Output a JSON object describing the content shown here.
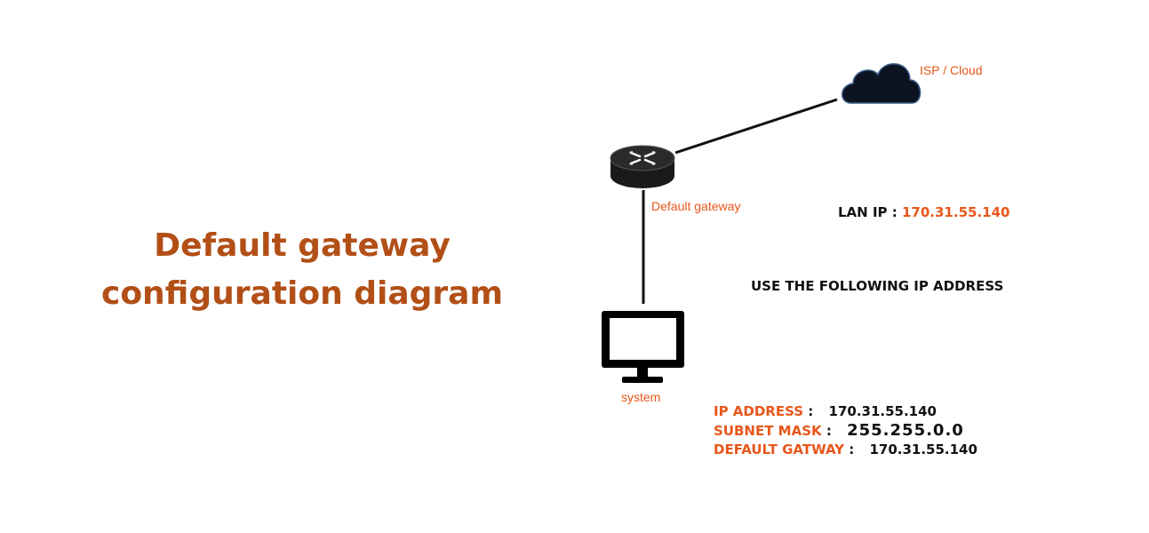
{
  "title": {
    "line1": "Default gateway",
    "line2": "configuration diagram"
  },
  "nodes": {
    "cloud_label": "ISP / Cloud",
    "router_label": "Default gateway",
    "system_label": "system"
  },
  "lan": {
    "label": "LAN IP :",
    "value": "170.31.55.140"
  },
  "instruction": "USE THE FOLLOWING IP ADDRESS",
  "config": {
    "ip_address": {
      "key": "IP ADDRESS",
      "value": "170.31.55.140"
    },
    "subnet_mask": {
      "key": "SUBNET MASK",
      "value": "255.255.0.0"
    },
    "default_gateway": {
      "key": "DEFAULT GATWAY",
      "value": "170.31.55.140"
    }
  },
  "colors": {
    "title": "#b24f17",
    "accent": "#e8571b",
    "text": "#111111",
    "cloud": "#0d1421"
  },
  "icons": [
    "cloud-icon",
    "router-icon",
    "monitor-icon"
  ]
}
